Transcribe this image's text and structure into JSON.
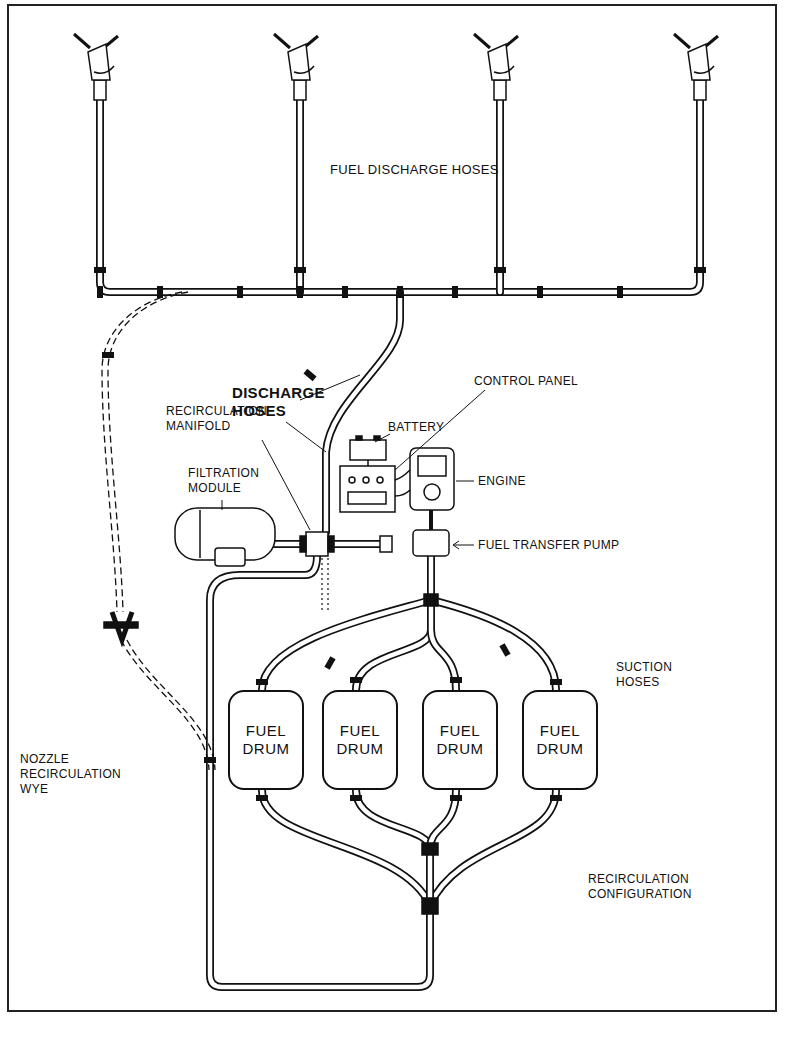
{
  "diagram": {
    "nodes": [
      {
        "text": [
          "FUEL DRUM"
        ]
      },
      {
        "text": [
          "FUEL DRUM"
        ]
      },
      {
        "text": [
          "FUEL DRUM"
        ]
      },
      {
        "text": [
          "FUEL DRUM"
        ]
      }
    ],
    "labels": [
      "FUEL DISCHARGE HOSES",
      "DISCHARGE HOSES",
      "RECIRCULATION MANIFOLD",
      "FILTRATION MODULE",
      "BATTERY",
      "CONTROL PANEL",
      "ENGINE",
      "FUEL TRANSFER PUMP",
      "SUCTION HOSES",
      "NOZZLE RECIRCULATION WYE",
      "RECIRCULATION CONFIGURATION"
    ]
  }
}
